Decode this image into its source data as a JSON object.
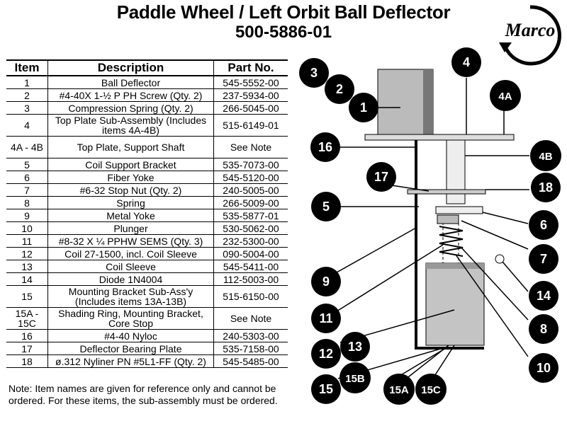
{
  "header": {
    "title": "Paddle Wheel / Left Orbit Ball Deflector",
    "part_number": "500-5886-01",
    "logo_text": "Marco"
  },
  "table": {
    "headers": [
      "Item",
      "Description",
      "Part No."
    ],
    "rows": [
      {
        "item": "1",
        "desc": "Ball Deflector",
        "part": "545-5552-00"
      },
      {
        "item": "2",
        "desc": "#4-40X 1-½ P PH Screw (Qty. 2)",
        "part": "237-5934-00"
      },
      {
        "item": "3",
        "desc": "Compression Spring (Qty. 2)",
        "part": "266-5045-00"
      },
      {
        "item": "4",
        "desc": "Top Plate Sub-Assembly (Includes items 4A-4B)",
        "part": "515-6149-01"
      },
      {
        "item": "4A - 4B",
        "desc": "Top Plate, Support Shaft",
        "part": "See Note"
      },
      {
        "item": "5",
        "desc": "Coil Support Bracket",
        "part": "535-7073-00"
      },
      {
        "item": "6",
        "desc": "Fiber Yoke",
        "part": "545-5120-00"
      },
      {
        "item": "7",
        "desc": "#6-32 Stop Nut (Qty. 2)",
        "part": "240-5005-00"
      },
      {
        "item": "8",
        "desc": "Spring",
        "part": "266-5009-00"
      },
      {
        "item": "9",
        "desc": "Metal Yoke",
        "part": "535-5877-01"
      },
      {
        "item": "10",
        "desc": "Plunger",
        "part": "530-5062-00"
      },
      {
        "item": "11",
        "desc": "#8-32 X ¼ PPHW SEMS (Qty. 3)",
        "part": "232-5300-00"
      },
      {
        "item": "12",
        "desc": "Coil 27-1500, incl. Coil Sleeve",
        "part": "090-5004-00"
      },
      {
        "item": "13",
        "desc": "Coil Sleeve",
        "part": "545-5411-00"
      },
      {
        "item": "14",
        "desc": "Diode 1N4004",
        "part": "112-5003-00"
      },
      {
        "item": "15",
        "desc": "Mounting Bracket Sub-Ass'y (Includes items 13A-13B)",
        "part": "515-6150-00"
      },
      {
        "item": "15A - 15C",
        "desc": "Shading Ring, Mounting Bracket, Core Stop",
        "part": "See Note"
      },
      {
        "item": "16",
        "desc": "#4-40 Nyloc",
        "part": "240-5303-00"
      },
      {
        "item": "17",
        "desc": "Deflector Bearing Plate",
        "part": "535-7158-00"
      },
      {
        "item": "18",
        "desc": "ø.312 Nyliner PN #5L1-FF (Qty. 2)",
        "part": "545-5485-00"
      }
    ]
  },
  "note": "Note:  Item names are given for reference only and cannot be ordered.  For these items, the sub-assembly must be ordered.",
  "diagram": {
    "callouts": [
      "1",
      "2",
      "3",
      "4",
      "4A",
      "4B",
      "5",
      "6",
      "7",
      "8",
      "9",
      "10",
      "11",
      "12",
      "13",
      "14",
      "15",
      "15A",
      "15B",
      "15C",
      "16",
      "17",
      "18"
    ]
  }
}
